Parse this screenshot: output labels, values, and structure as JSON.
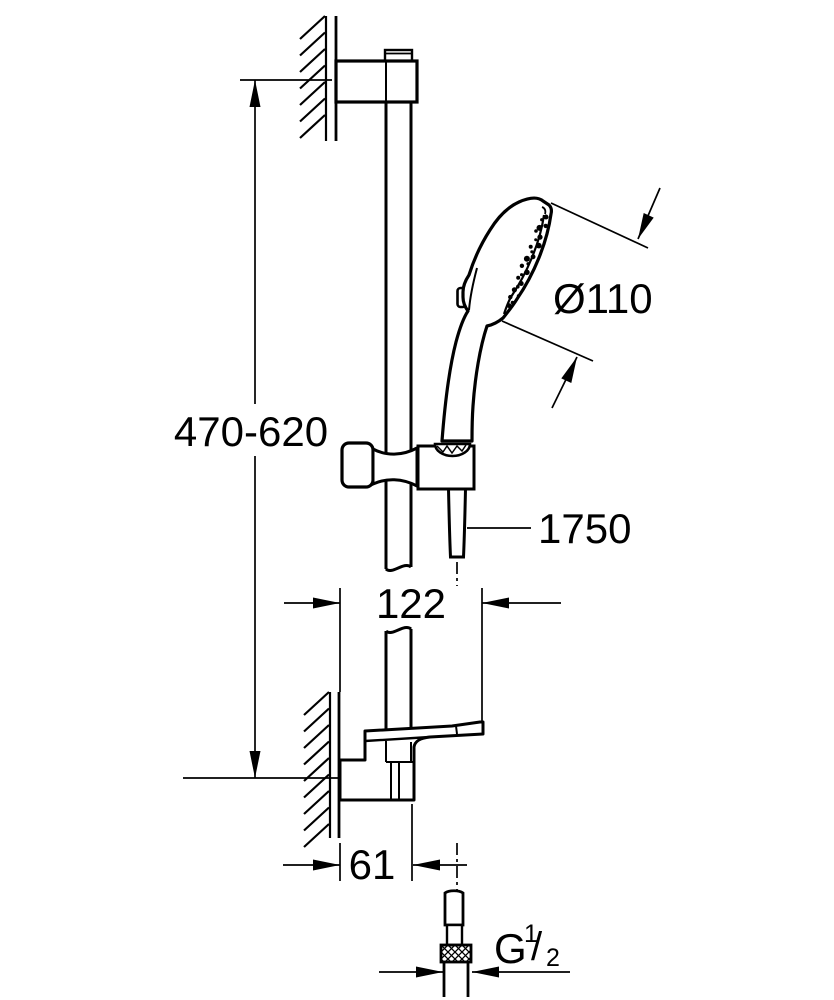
{
  "drawing": {
    "labels": {
      "rail_height": "470-620",
      "head_diameter": "Ø110",
      "hose_length": "1750",
      "arm_projection": "122",
      "wall_offset": "61",
      "thread_g": "G",
      "thread_sup": "1",
      "thread_slash": "/",
      "thread_sub": "2"
    },
    "colors": {
      "line": "#000000",
      "background": "#ffffff"
    }
  }
}
